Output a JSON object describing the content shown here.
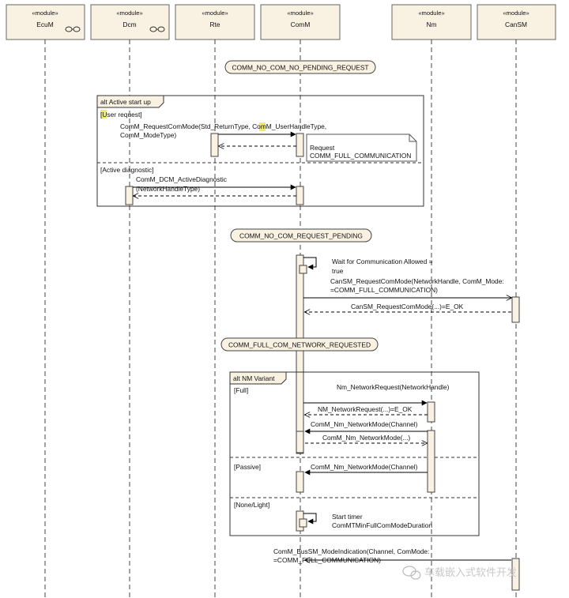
{
  "stereotype": "«module»",
  "lifelines": [
    "EcuM",
    "Dcm",
    "Rte",
    "ComM",
    "Nm",
    "CanSM"
  ],
  "states": {
    "s1": "COMM_NO_COM_NO_PENDING_REQUEST",
    "s2": "COMM_NO_COM_REQUEST_PENDING",
    "s3": "COMM_FULL_COM_NETWORK_REQUESTED"
  },
  "alt_active": {
    "title": "alt Active start up",
    "guard1": "[User request]",
    "msg_request_line1": "ComM_RequestComMode(Std_ReturnType, ComM_UserHandleType,",
    "msg_request_line2": "ComM_ModeType)",
    "note_line1": "Request",
    "note_line2": "COMM_FULL_COMMUNICATION",
    "guard2": "[Active diagnostic]",
    "msg_diag_line1": "ComM_DCM_ActiveDiagnostic",
    "msg_diag_line2": "(NetworkHandleType)"
  },
  "wait_line1": "Wait for Communication Allowed =",
  "wait_line2": "true",
  "cansm_req_line1": "CanSM_RequestComMode(NetworkHandle, ComM_Mode:",
  "cansm_req_line2": "=COMM_FULL_COMMUNICATION)",
  "cansm_ret": "CanSM_RequestComMode(...)=E_OK",
  "alt_nm": {
    "title": "alt NM Variant",
    "guard_full": "[Full]",
    "nm_req": "Nm_NetworkRequest(NetworkHandle)",
    "nm_req_ret": "NM_NetworkRequest(...)=E_OK",
    "nm_mode": "ComM_Nm_NetworkMode(Channel)",
    "nm_mode_ret": "ComM_Nm_NetworkMode(...)",
    "guard_passive": "[Passive]",
    "nm_mode_passive": "ComM_Nm_NetworkMode(Channel)",
    "guard_none": "[None/Light]",
    "timer_line1": "Start timer",
    "timer_line2": "ComMTMinFullComModeDuration"
  },
  "bussm_line1": "ComM_BusSM_ModeIndication(Channel, ComMode:",
  "bussm_line2": "=COMM_FULL_COMMUNICATION)",
  "watermark": "车载嵌入式软件开发"
}
